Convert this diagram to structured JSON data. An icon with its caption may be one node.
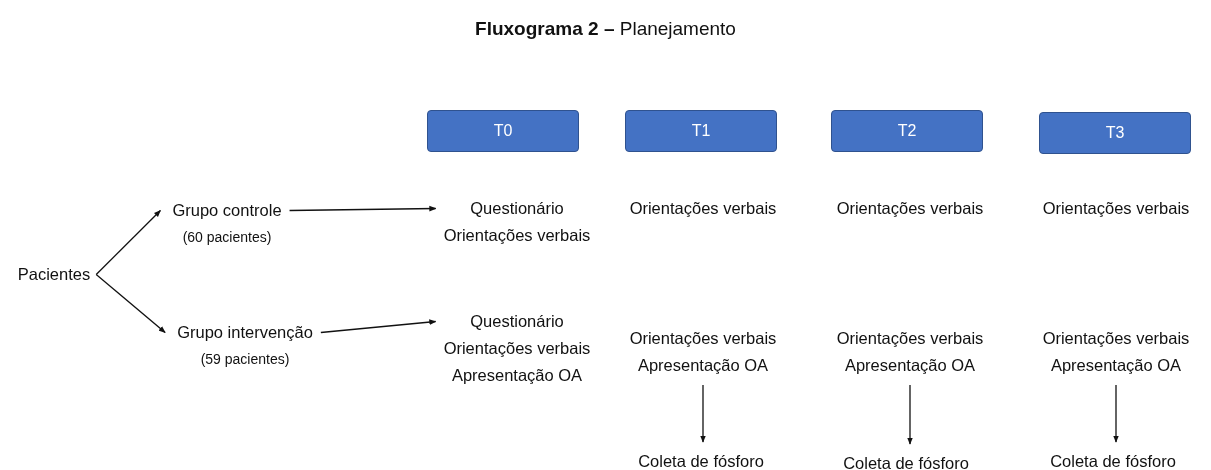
{
  "diagram": {
    "title": "**Fluxograma 2 –** Planejamento",
    "nodes": [
      {
        "text": [
          "T0"
        ]
      },
      {
        "text": [
          "T1"
        ]
      },
      {
        "text": [
          "T2"
        ]
      },
      {
        "text": [
          "T3"
        ]
      },
      {
        "text": [
          "Pacientes"
        ]
      },
      {
        "text": [
          "Grupo controle",
          "(60 pacientes)"
        ]
      },
      {
        "text": [
          "Questionário",
          "Orientações verbais"
        ]
      },
      {
        "text": [
          "Orientações verbais"
        ]
      },
      {
        "text": [
          "Orientações verbais"
        ]
      },
      {
        "text": [
          "Orientações verbais"
        ]
      },
      {
        "text": [
          "Grupo intervenção",
          "(59 pacientes)"
        ]
      },
      {
        "text": [
          "Questionário",
          "Orientações verbais",
          "Apresentação OA"
        ]
      },
      {
        "text": [
          "Orientações verbais",
          "Apresentação OA"
        ]
      },
      {
        "text": [
          "Orientações verbais",
          "Apresentação OA"
        ]
      },
      {
        "text": [
          "Orientações verbais",
          "Apresentação OA"
        ]
      },
      {
        "text": [
          "Coleta de fósforo"
        ]
      },
      {
        "text": [
          "Coleta de fósforo"
        ]
      },
      {
        "text": [
          "Coleta de fósforo"
        ]
      }
    ],
    "edges": [
      {
        "from": 4,
        "to": 5,
        "arrow": "to"
      },
      {
        "from": 4,
        "to": 10,
        "arrow": "to"
      },
      {
        "from": 5,
        "to": 6,
        "arrow": "to"
      },
      {
        "from": 10,
        "to": 11,
        "arrow": "to"
      },
      {
        "from": 12,
        "to": 15,
        "arrow": "to"
      },
      {
        "from": 13,
        "to": 16,
        "arrow": "to"
      },
      {
        "from": 14,
        "to": 17,
        "arrow": "to"
      }
    ]
  }
}
